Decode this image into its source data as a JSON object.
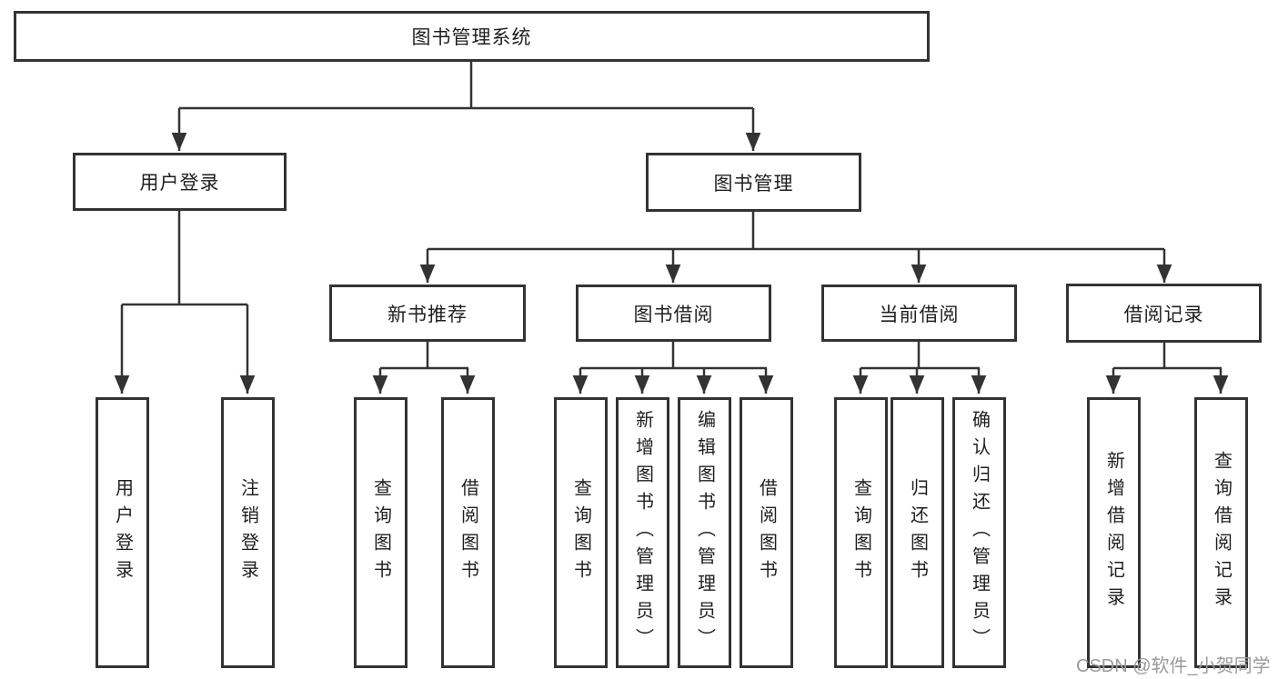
{
  "tree": {
    "root": "图书管理系统",
    "user": {
      "label": "用户登录",
      "children": [
        "用户登录",
        "注销登录"
      ]
    },
    "mgmt": {
      "label": "图书管理",
      "groups": [
        {
          "label": "新书推荐",
          "children": [
            "查询图书",
            "借阅图书"
          ]
        },
        {
          "label": "图书借阅",
          "children": [
            "查询图书",
            "新增图书（管理员）",
            "编辑图书（管理员）",
            "借阅图书"
          ]
        },
        {
          "label": "当前借阅",
          "children": [
            "查询图书",
            "归还图书",
            "确认归还（管理员）"
          ]
        },
        {
          "label": "借阅记录",
          "children": [
            "新增借阅记录",
            "查询借阅记录"
          ]
        }
      ]
    }
  },
  "watermark": "CSDN @软件_小贺同学",
  "colors": {
    "background": "#ffffff",
    "line": "#333333",
    "text": "#1f1f1f",
    "watermark": "#9b9b9b"
  }
}
